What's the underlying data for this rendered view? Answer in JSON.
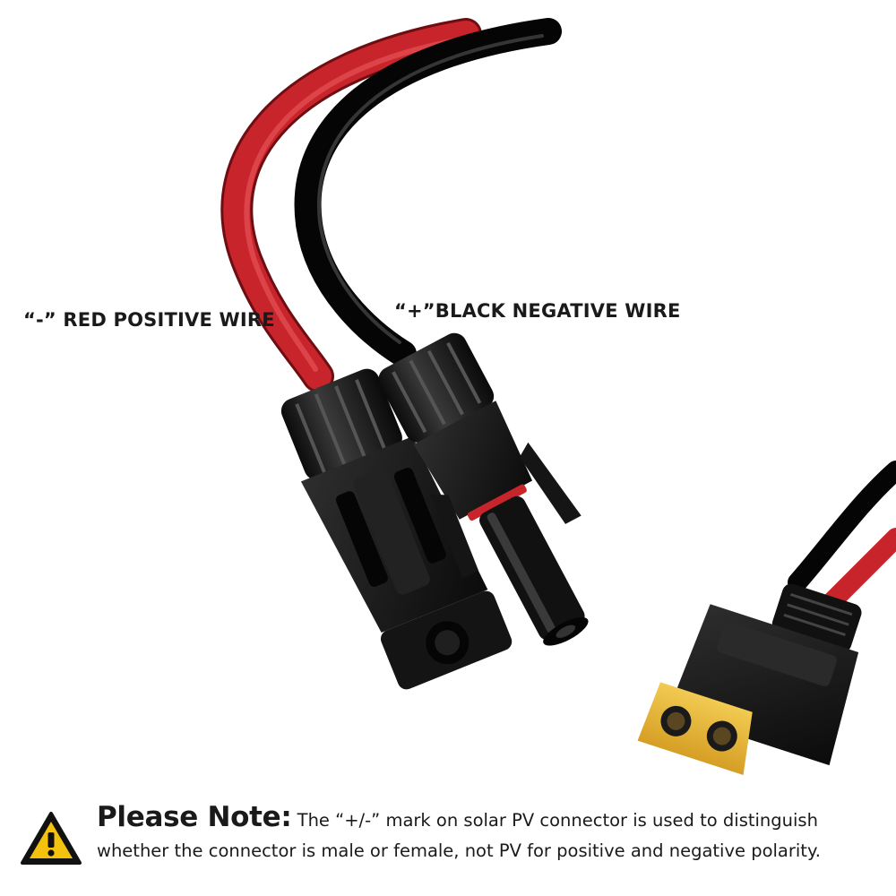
{
  "labels": {
    "red_wire": "“-” RED POSITIVE WIRE",
    "black_wire": "“+”BLACK NEGATIVE WIRE"
  },
  "note": {
    "title": "Please Note:",
    "line1": " The  “+/-”  mark on solar PV connector is used to distinguish",
    "line2": "whether the connector is male or female, not PV for positive and negative polarity."
  },
  "icons": {
    "warning": "warning-triangle-icon"
  },
  "colors": {
    "red_wire": "#c8242b",
    "black_wire": "#151515",
    "connector_body": "#1c1c1c",
    "xt60_yellow": "#e8b93a",
    "warning_yellow": "#f2c20f"
  }
}
